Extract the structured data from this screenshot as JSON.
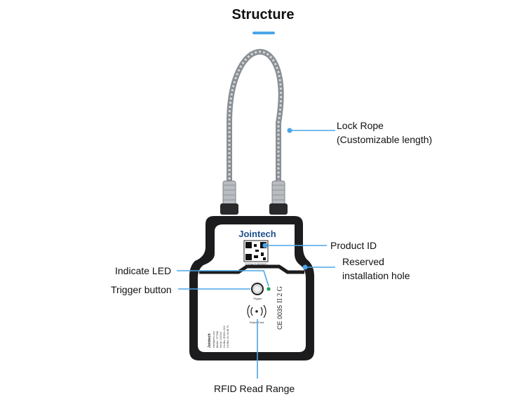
{
  "title": "Structure",
  "colors": {
    "accent": "#4aa6e8",
    "lock_body": "#1c1c1e",
    "label_panel": "#ffffff"
  },
  "device": {
    "brand": "Jointech",
    "qr_caption": "JT709A 2109030001",
    "button_caption": "Trigger",
    "rfid_caption": "Swipe Card",
    "ce_mark": "CE 0035",
    "ex_mark": "II 2 G",
    "side_brand": "Jointech",
    "side_lines": [
      "Intelligent Lock",
      "Model: JT709A",
      "Serial: XXXXX",
      "CertNo: IECEx XXX",
      "CertNo: Ex IA IIB T4"
    ]
  },
  "labels": {
    "lock_rope_line1": "Lock Rope",
    "lock_rope_line2": "(Customizable length)",
    "product_id": "Product ID",
    "indicate_led": "Indicate LED",
    "reserved_line1": "Reserved",
    "reserved_line2": "installation hole",
    "trigger_button": "Trigger button",
    "rfid_read_range": "RFID Read Range"
  }
}
